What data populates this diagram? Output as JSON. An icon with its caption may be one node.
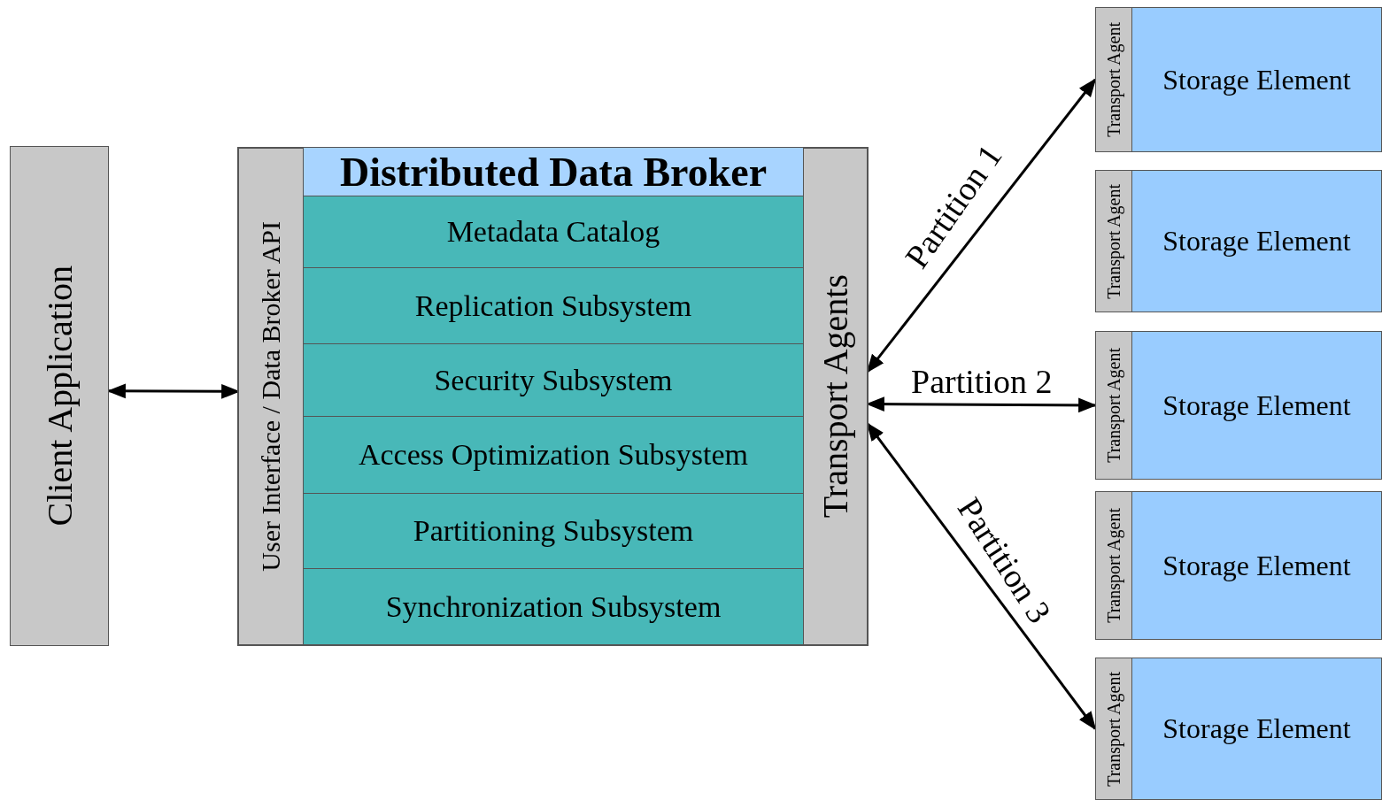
{
  "diagram": {
    "nodes": [
      {
        "text": [
          "Client Application"
        ]
      },
      {
        "text": [
          "Distributed Data Broker"
        ]
      },
      {
        "text": [
          "User Interface / Data Broker API"
        ],
        "in": 1
      },
      {
        "text": [
          "Metadata Catalog"
        ],
        "in": 1
      },
      {
        "text": [
          "Replication Subsystem"
        ],
        "in": 1
      },
      {
        "text": [
          "Security Subsystem"
        ],
        "in": 1
      },
      {
        "text": [
          "Access Optimization Subsystem"
        ],
        "in": 1
      },
      {
        "text": [
          "Partitioning Subsystem"
        ],
        "in": 1
      },
      {
        "text": [
          "Synchronization Subsystem"
        ],
        "in": 1
      },
      {
        "text": [
          "Transport Agents"
        ],
        "in": 1
      },
      {
        "text": [
          "Transport Agent"
        ]
      },
      {
        "text": [
          "Storage Element"
        ]
      },
      {
        "text": [
          "Transport Agent"
        ]
      },
      {
        "text": [
          "Storage Element"
        ]
      },
      {
        "text": [
          "Transport Agent"
        ]
      },
      {
        "text": [
          "Storage Element"
        ]
      },
      {
        "text": [
          "Transport Agent"
        ]
      },
      {
        "text": [
          "Storage Element"
        ]
      },
      {
        "text": [
          "Transport Agent"
        ]
      },
      {
        "text": [
          "Storage Element"
        ]
      }
    ],
    "edges": [
      {
        "from": 0,
        "to": 2,
        "arrow": "both"
      },
      {
        "from": 9,
        "to": 10,
        "label": "Partition 1",
        "arrow": "both"
      },
      {
        "from": 9,
        "to": 14,
        "label": "Partition 2",
        "arrow": "both"
      },
      {
        "from": 9,
        "to": 18,
        "label": "Partition 3",
        "arrow": "both"
      }
    ]
  }
}
